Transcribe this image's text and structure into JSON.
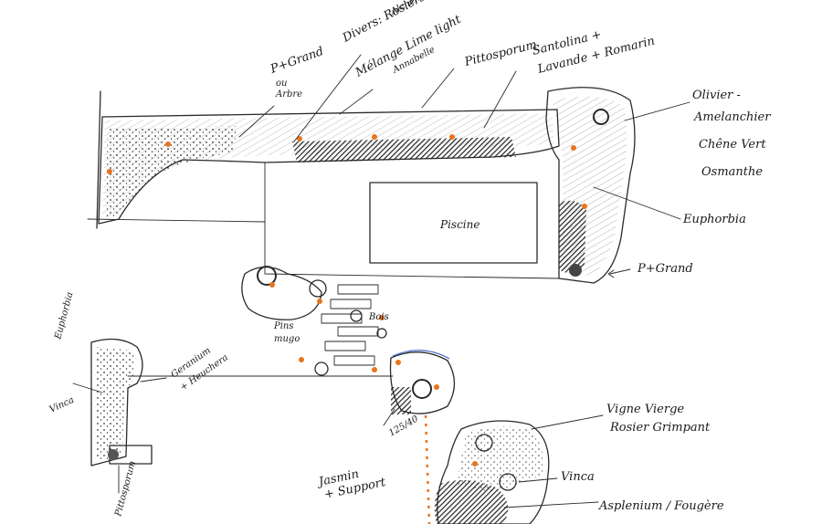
{
  "labels": {
    "p_grand_arbre": [
      "P+Grand",
      "ou",
      "Arbre"
    ],
    "divers": [
      "Divers: Rosiers",
      "Alchemilles"
    ],
    "melange": [
      "Mélange Lime light",
      "Annabelle"
    ],
    "pittosporum_top": "Pittosporum",
    "santolina": [
      "Santolina +",
      "Lavande + Romarin"
    ],
    "olivier": [
      "Olivier -",
      "Amelanchier",
      "Chêne Vert",
      "Osmanthe"
    ],
    "euphorbia_right": "Euphorbia",
    "p_grand_right": "P+Grand",
    "piscine": "Piscine",
    "pins_mugo": [
      "Pins",
      "mugo"
    ],
    "bois": "Bois",
    "euphorbia_left": "Euphorbia",
    "vinca_left": "Vinca",
    "geranium": [
      "Geranium",
      "+ Heuchera"
    ],
    "pittosporum_bottom": "Pittosporum",
    "size_note": "125/40",
    "jasmin": [
      "Jasmin",
      "+ Support"
    ],
    "vigne": [
      "Vigne Vierge",
      "Rosier Grimpant"
    ],
    "vinca_right": "Vinca",
    "asplenium": "Asplenium / Fougère"
  },
  "colors": {
    "ink": "#2a2a2a",
    "accent_orange": "#e8741e",
    "accent_blue": "#3a5ec8",
    "paper": "#ffffff"
  }
}
